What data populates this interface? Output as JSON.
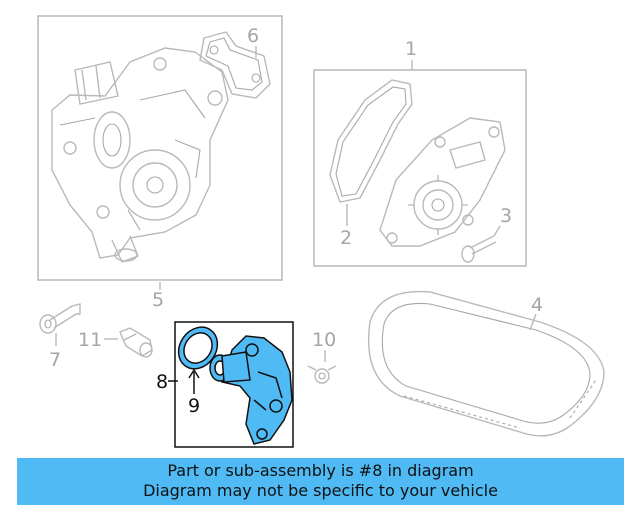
{
  "callouts": {
    "c1": "1",
    "c2": "2",
    "c3": "3",
    "c4": "4",
    "c5": "5",
    "c6": "6",
    "c7": "7",
    "c8": "8",
    "c9": "9",
    "c10": "10",
    "c11": "11"
  },
  "highlight_part": "8",
  "highlight_color": "#4fbaf3",
  "banner": {
    "line1": "Part or sub-assembly is #8 in diagram",
    "line2": "Diagram may not be specific to your vehicle",
    "background": "#4fbaf3"
  }
}
